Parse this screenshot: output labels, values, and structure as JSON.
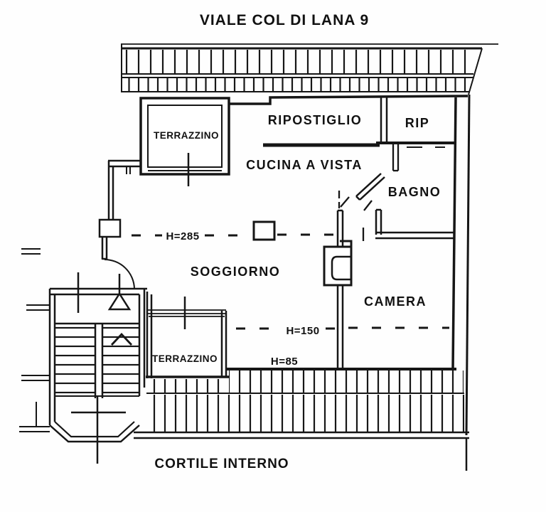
{
  "title": "VIALE COL DI LANA 9",
  "floorplan": {
    "rooms": [
      {
        "id": "terrazzino-top",
        "label": "TERRAZZINO"
      },
      {
        "id": "ripostiglio",
        "label": "RIPOSTIGLIO"
      },
      {
        "id": "rip",
        "label": "RIP"
      },
      {
        "id": "cucina",
        "label": "CUCINA A VISTA"
      },
      {
        "id": "bagno",
        "label": "BAGNO"
      },
      {
        "id": "soggiorno",
        "label": "SOGGIORNO"
      },
      {
        "id": "camera",
        "label": "CAMERA"
      },
      {
        "id": "terrazzino-bottom",
        "label": "TERRAZZINO"
      }
    ],
    "height_annotations": [
      {
        "id": "h285",
        "label": "H=285"
      },
      {
        "id": "h150",
        "label": "H=150"
      },
      {
        "id": "h85",
        "label": "H=85"
      }
    ],
    "outdoor_label": "CORTILE INTERNO",
    "colors": {
      "ink": "#161616",
      "paper": "#ffffff"
    }
  }
}
